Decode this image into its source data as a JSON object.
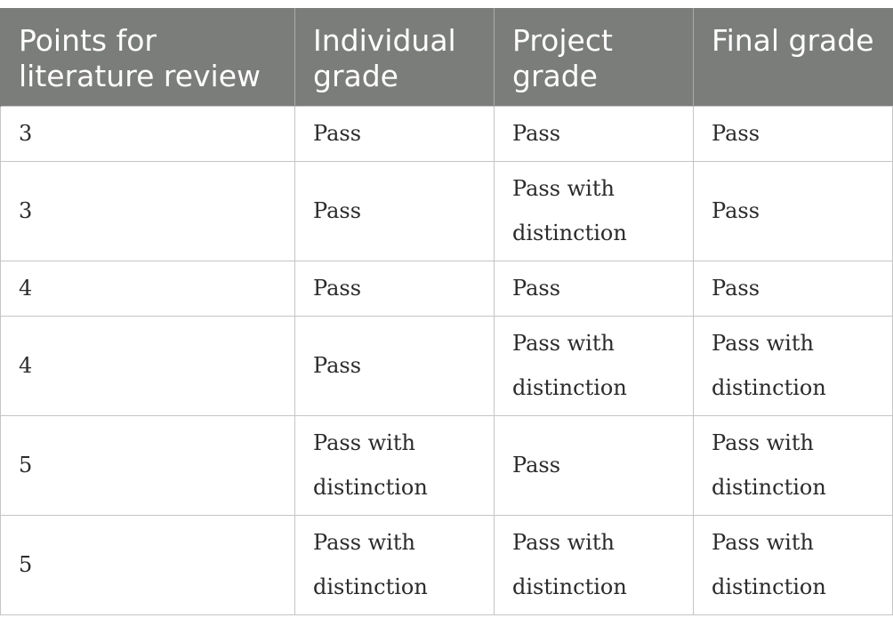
{
  "table": {
    "headers": [
      "Points for literature review",
      "Individual grade",
      "Project grade",
      "Final grade"
    ],
    "rows": [
      [
        "3",
        "Pass",
        "Pass",
        "Pass"
      ],
      [
        "3",
        "Pass",
        "Pass with distinction",
        "Pass"
      ],
      [
        "4",
        "Pass",
        "Pass",
        "Pass"
      ],
      [
        "4",
        "Pass",
        "Pass with distinction",
        "Pass with distinction"
      ],
      [
        "5",
        "Pass with distinction",
        "Pass",
        "Pass with distinction"
      ],
      [
        "5",
        "Pass with distinction",
        "Pass with distinction",
        "Pass with distinction"
      ]
    ]
  },
  "colors": {
    "header_background": "#7b7d7a",
    "header_text": "#ffffff",
    "grid_lines": "#c5c5c5",
    "body_text": "#2b2b2b"
  }
}
